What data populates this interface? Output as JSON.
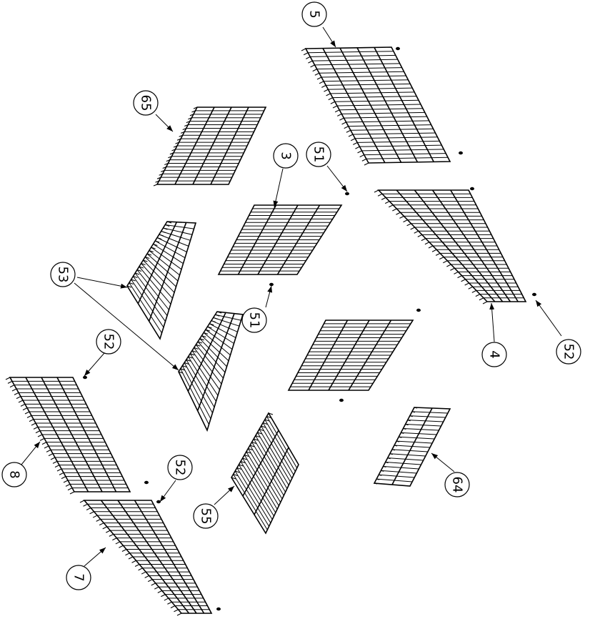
{
  "drawing": {
    "colors": {
      "ink": "#000000",
      "paper": "#ffffff"
    },
    "callouts": [
      {
        "id": "c5",
        "label": "5"
      },
      {
        "id": "c65",
        "label": "65"
      },
      {
        "id": "c3",
        "label": "3"
      },
      {
        "id": "c51a",
        "label": "51"
      },
      {
        "id": "c51b",
        "label": "51"
      },
      {
        "id": "c53",
        "label": "53"
      },
      {
        "id": "c52a",
        "label": "52"
      },
      {
        "id": "c52b",
        "label": "52"
      },
      {
        "id": "c52c",
        "label": "52"
      },
      {
        "id": "c4",
        "label": "4"
      },
      {
        "id": "c8",
        "label": "8"
      },
      {
        "id": "c55",
        "label": "55"
      },
      {
        "id": "c64",
        "label": "64"
      },
      {
        "id": "c7",
        "label": "7"
      }
    ],
    "parts": [
      {
        "id": "shelf-5",
        "part_no": "5"
      },
      {
        "id": "shelf-65",
        "part_no": "65"
      },
      {
        "id": "shelf-3",
        "part_no": "3"
      },
      {
        "id": "shelf-4",
        "part_no": "4"
      },
      {
        "id": "shelf-53a",
        "part_no": "53"
      },
      {
        "id": "shelf-53b",
        "part_no": "53"
      },
      {
        "id": "shelf-mid",
        "part_no": ""
      },
      {
        "id": "shelf-8",
        "part_no": "8"
      },
      {
        "id": "shelf-55",
        "part_no": "55"
      },
      {
        "id": "shelf-64",
        "part_no": "64"
      },
      {
        "id": "shelf-7",
        "part_no": "7"
      }
    ]
  }
}
